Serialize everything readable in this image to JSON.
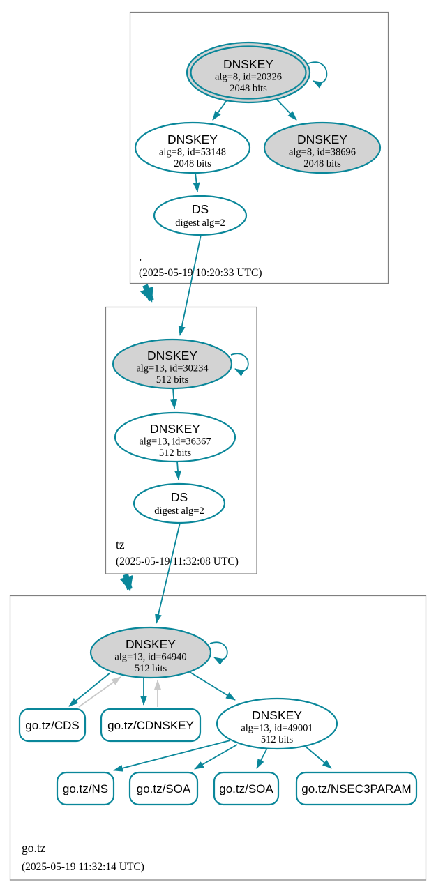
{
  "diagram": {
    "kind": "dnssec-authentication-chain",
    "zones": {
      "root": {
        "name": ".",
        "timestamp": "(2025-05-19 10:20:33 UTC)"
      },
      "tz": {
        "name": "tz",
        "timestamp": "(2025-05-19 11:32:08 UTC)"
      },
      "gotz": {
        "name": "go.tz",
        "timestamp": "(2025-05-19 11:32:14 UTC)"
      }
    },
    "nodes": {
      "root_ksk": {
        "type": "DNSKEY",
        "detail": "alg=8, id=20326",
        "bits": "2048 bits"
      },
      "root_zsk": {
        "type": "DNSKEY",
        "detail": "alg=8, id=53148",
        "bits": "2048 bits"
      },
      "root_key_38696": {
        "type": "DNSKEY",
        "detail": "alg=8, id=38696",
        "bits": "2048 bits"
      },
      "root_ds": {
        "type": "DS",
        "detail": "digest alg=2"
      },
      "tz_ksk": {
        "type": "DNSKEY",
        "detail": "alg=13, id=30234",
        "bits": "512 bits"
      },
      "tz_zsk": {
        "type": "DNSKEY",
        "detail": "alg=13, id=36367",
        "bits": "512 bits"
      },
      "tz_ds": {
        "type": "DS",
        "detail": "digest alg=2"
      },
      "gotz_ksk": {
        "type": "DNSKEY",
        "detail": "alg=13, id=64940",
        "bits": "512 bits"
      },
      "gotz_zsk": {
        "type": "DNSKEY",
        "detail": "alg=13, id=49001",
        "bits": "512 bits"
      },
      "gotz_cds": {
        "label": "go.tz/CDS"
      },
      "gotz_cdnskey": {
        "label": "go.tz/CDNSKEY"
      },
      "gotz_ns": {
        "label": "go.tz/NS"
      },
      "gotz_soa_1": {
        "label": "go.tz/SOA"
      },
      "gotz_soa_2": {
        "label": "go.tz/SOA"
      },
      "gotz_nsec3param": {
        "label": "go.tz/NSEC3PARAM"
      }
    },
    "colors": {
      "secure_teal": "#0a879a",
      "gray_arrow": "#c9c9c9",
      "key_fill_gray": "#d3d3d3",
      "zone_box_border": "#7f7f7f"
    }
  }
}
